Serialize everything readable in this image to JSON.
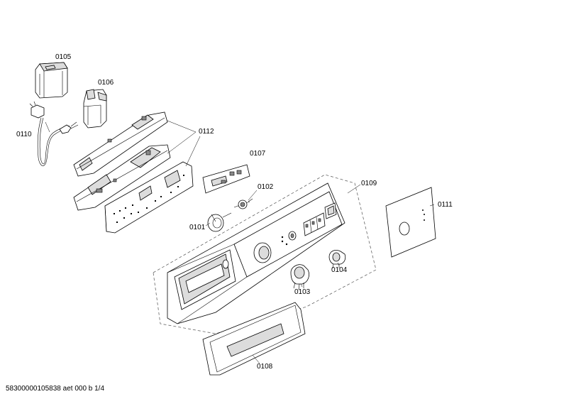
{
  "labels": {
    "p0101": "0101",
    "p0102": "0102",
    "p0103": "0103",
    "p0104": "0104",
    "p0105": "0105",
    "p0106": "0106",
    "p0107": "0107",
    "p0108": "0108",
    "p0109": "0109",
    "p0110": "0110",
    "p0111": "0111",
    "p0112": "0112"
  },
  "footer": "58300000105838 aet 000 b 1/4"
}
